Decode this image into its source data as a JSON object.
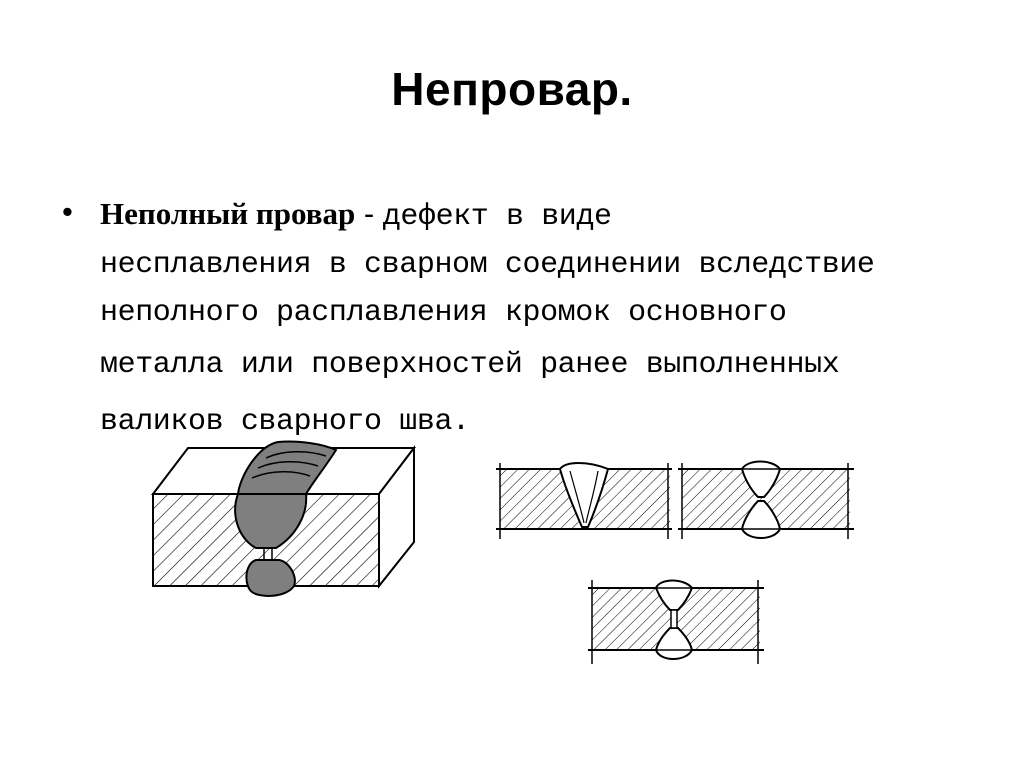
{
  "slide": {
    "title": "Непровар.",
    "bullet": {
      "marker": "•",
      "term": "Неполный провар",
      "dash": " - ",
      "lines": [
        "дефект в виде",
        "несплавления в сварном соединении вследствие",
        "неполного расплавления кромок основного",
        "металла или поверхностей ранее выполненных",
        "валиков сварного шва."
      ]
    }
  },
  "colors": {
    "weld_fill": "#7f7f7f",
    "outline": "#000000",
    "hatch": "#000000",
    "background": "#ffffff"
  }
}
